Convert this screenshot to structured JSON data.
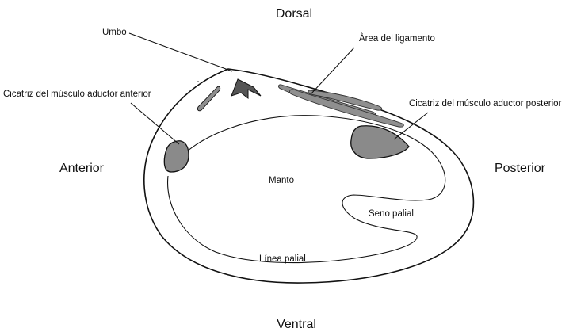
{
  "orientation": {
    "dorsal": "Dorsal",
    "ventral": "Ventral",
    "anterior": "Anterior",
    "posterior": "Posterior"
  },
  "labels": {
    "umbo": "Umbo",
    "ligament_area": "Àrea del ligamento",
    "anterior_adductor_scar": "Cicatriz del músculo aductor anterior",
    "posterior_adductor_scar": "Cicatriz del músculo aductor posterior",
    "mantle": "Manto",
    "pallial_sinus": "Seno palial",
    "pallial_line": "Línea palial"
  },
  "colors": {
    "scar_fill": "#8a8a8a",
    "ligament_fill": "#8f8f8f",
    "outline": "#111111",
    "background": "#ffffff"
  }
}
